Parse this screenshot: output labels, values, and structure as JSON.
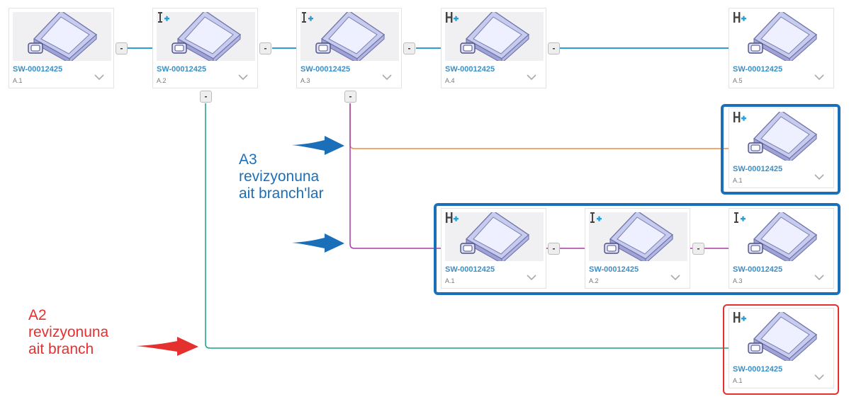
{
  "colors": {
    "main_line": "#2a9fd6",
    "a2_branch_line": "#16a085",
    "a3_branch_orange": "#ed8a3a",
    "a3_branch_purple": "#a83aa4",
    "highlight_blue": "#1b6fb8",
    "highlight_red": "#e53030",
    "part_number": "#3d8fc4"
  },
  "toggle_label": "-",
  "main_line": [
    {
      "part_number": "SW-00012425",
      "revision": "A.1",
      "icon": "none"
    },
    {
      "part_number": "SW-00012425",
      "revision": "A.2",
      "icon": "revise-icon"
    },
    {
      "part_number": "SW-00012425",
      "revision": "A.3",
      "icon": "revise-icon"
    },
    {
      "part_number": "SW-00012425",
      "revision": "A.4",
      "icon": "branch-icon"
    },
    {
      "part_number": "SW-00012425",
      "revision": "A.5",
      "icon": "branch-icon"
    }
  ],
  "a3_branch_1": [
    {
      "part_number": "SW-00012425",
      "revision": "A.1",
      "icon": "branch-icon"
    }
  ],
  "a3_branch_2": [
    {
      "part_number": "SW-00012425",
      "revision": "A.1",
      "icon": "branch-icon"
    },
    {
      "part_number": "SW-00012425",
      "revision": "A.2",
      "icon": "revise-icon"
    },
    {
      "part_number": "SW-00012425",
      "revision": "A.3",
      "icon": "revise-icon"
    }
  ],
  "a2_branch": [
    {
      "part_number": "SW-00012425",
      "revision": "A.1",
      "icon": "branch-icon"
    }
  ],
  "annotations": {
    "a3": "A3\nrevizyonuna\nait branch'lar",
    "a2": "A2\nrevizyonuna\nait branch"
  }
}
